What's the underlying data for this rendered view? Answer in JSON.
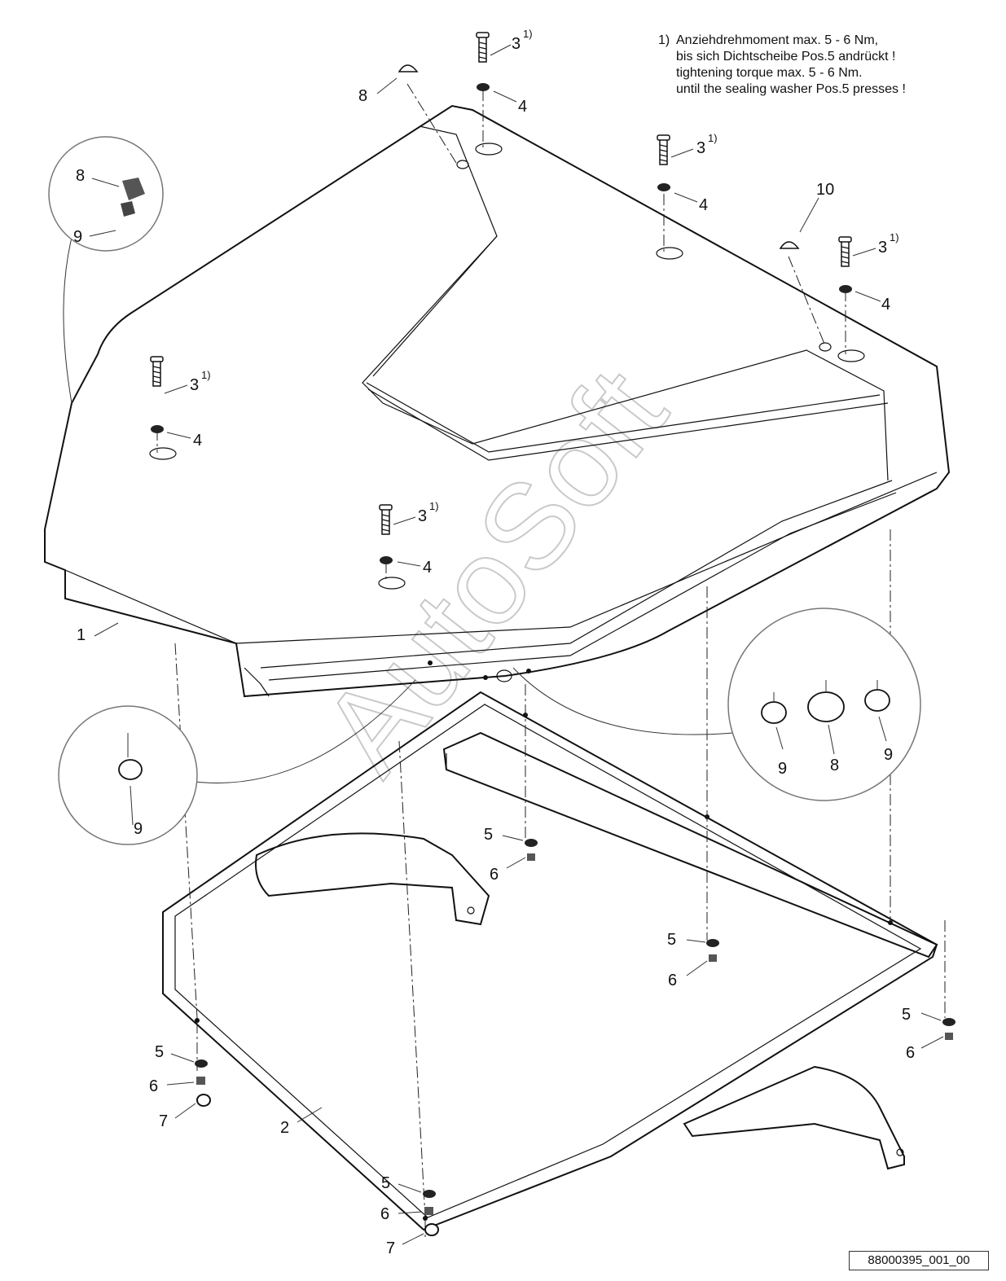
{
  "note": {
    "number": "1)",
    "lines": [
      "Anziehdrehmoment max. 5 - 6 Nm,",
      "bis sich Dichtscheibe Pos.5 andrückt !",
      "tightening torque max. 5 - 6 Nm.",
      "until the sealing washer Pos.5 presses !"
    ]
  },
  "figure_ref": "88000395_001_00",
  "watermark": "AutoSoft",
  "labels": {
    "p1": "1",
    "p2": "2",
    "p3": "3",
    "p3_sup": "1)",
    "p4": "4",
    "p5": "5",
    "p6": "6",
    "p7": "7",
    "p8": "8",
    "p9": "9",
    "p10": "10"
  }
}
